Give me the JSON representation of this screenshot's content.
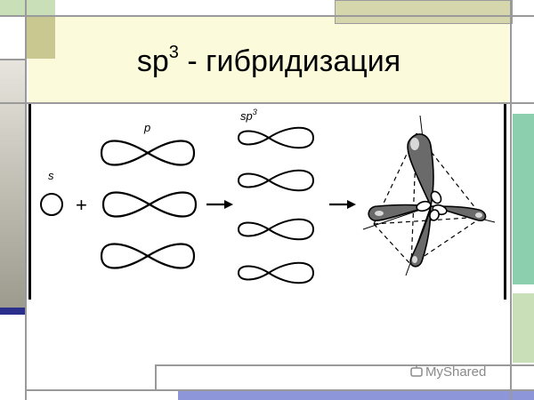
{
  "slide": {
    "title_main": "sp",
    "title_sup": "3",
    "title_rest": " - гибридизация"
  },
  "diagram": {
    "label_s": "s",
    "label_p": "p",
    "label_sp3": "sp",
    "label_sp3_sup": "3",
    "plus": "+"
  },
  "watermark": {
    "text": "MyShared"
  },
  "colors": {
    "title_band": "#fbfbdc",
    "olive_accent": "#c9c891",
    "green_accent": "#c9dfb8",
    "teal_accent": "#8ccfae",
    "navy_accent": "#2a2f8c",
    "frame_gray": "#999999"
  }
}
